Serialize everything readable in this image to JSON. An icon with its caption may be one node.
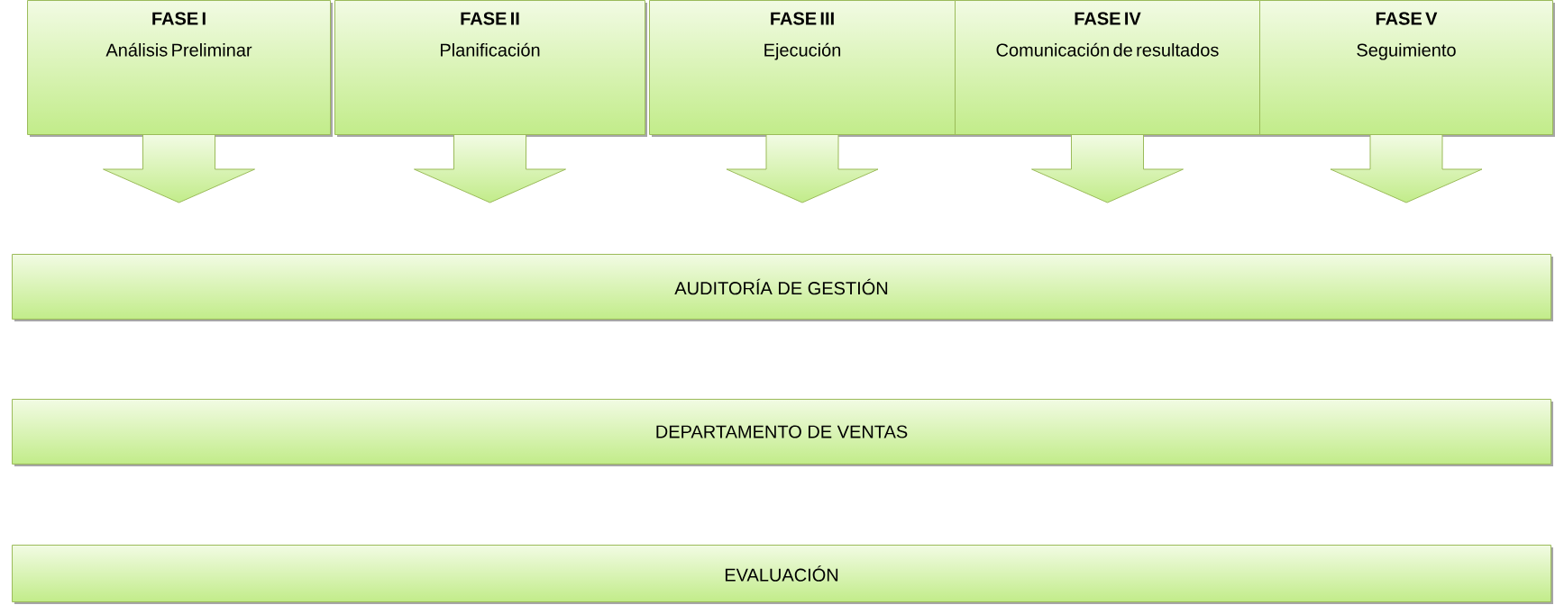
{
  "diagram": {
    "nodes": [
      {
        "text": [
          "**FASE I**",
          "Análisis Preliminar"
        ]
      },
      {
        "text": [
          "**FASE II**",
          "Planificación"
        ]
      },
      {
        "text": [
          "**FASE III**",
          "Ejecución"
        ]
      },
      {
        "text": [
          "**FASE IV**",
          "Comunicación de resultados"
        ]
      },
      {
        "text": [
          "**FASE V**",
          "Seguimiento"
        ]
      },
      {
        "text": [
          "AUDITORÍA DE GESTIÓN"
        ]
      },
      {
        "text": [
          "DEPARTAMENTO DE VENTAS"
        ]
      },
      {
        "text": [
          "EVALUACIÓN"
        ]
      }
    ]
  }
}
